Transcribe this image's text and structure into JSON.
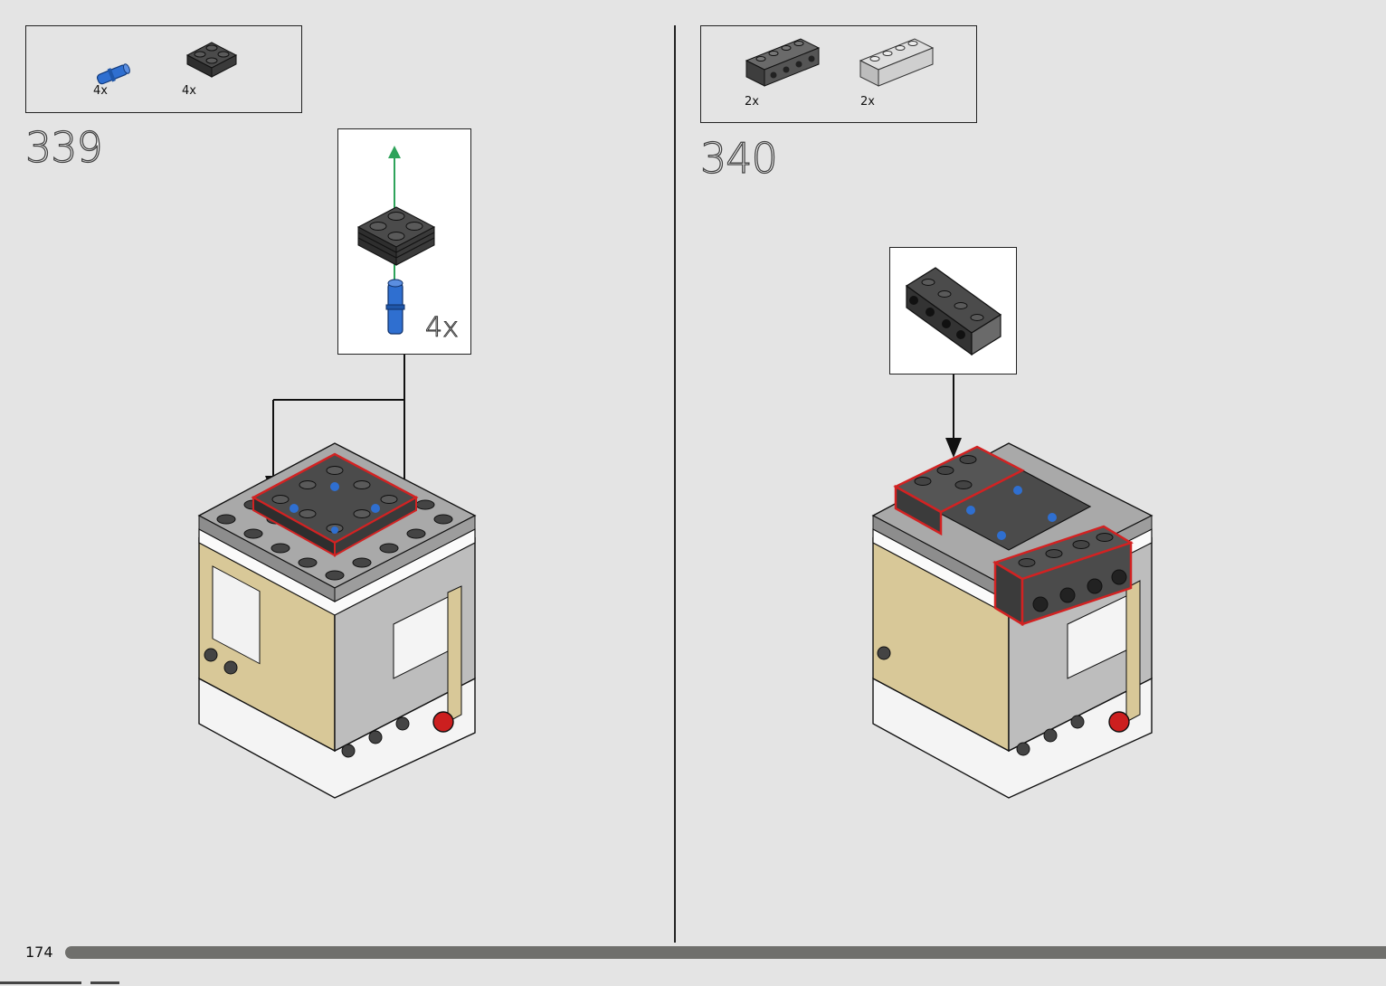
{
  "page": {
    "number": "174",
    "progress": 0.96
  },
  "steps": [
    {
      "number": "339",
      "parts": [
        {
          "name": "blue-pin",
          "qty": "4x"
        },
        {
          "name": "dark-gray-plate-2x2",
          "qty": "4x"
        }
      ],
      "callout": {
        "qty": "4x"
      }
    },
    {
      "number": "340",
      "parts": [
        {
          "name": "dark-gray-technic-brick-1x4",
          "qty": "2x"
        },
        {
          "name": "light-gray-brick-1x4",
          "qty": "2x"
        }
      ],
      "callout": {
        "qty": ""
      }
    }
  ],
  "colors": {
    "background": "#e4e4e4",
    "dark_gray": "#3b3b3b",
    "light_gray": "#a9a9a9",
    "tan": "#d8c898",
    "blue": "#2f6fd0",
    "red": "#cc1f1f",
    "highlight": "#d22222",
    "arrow_green": "#2ea35a",
    "progress": "#6f6f6c"
  }
}
